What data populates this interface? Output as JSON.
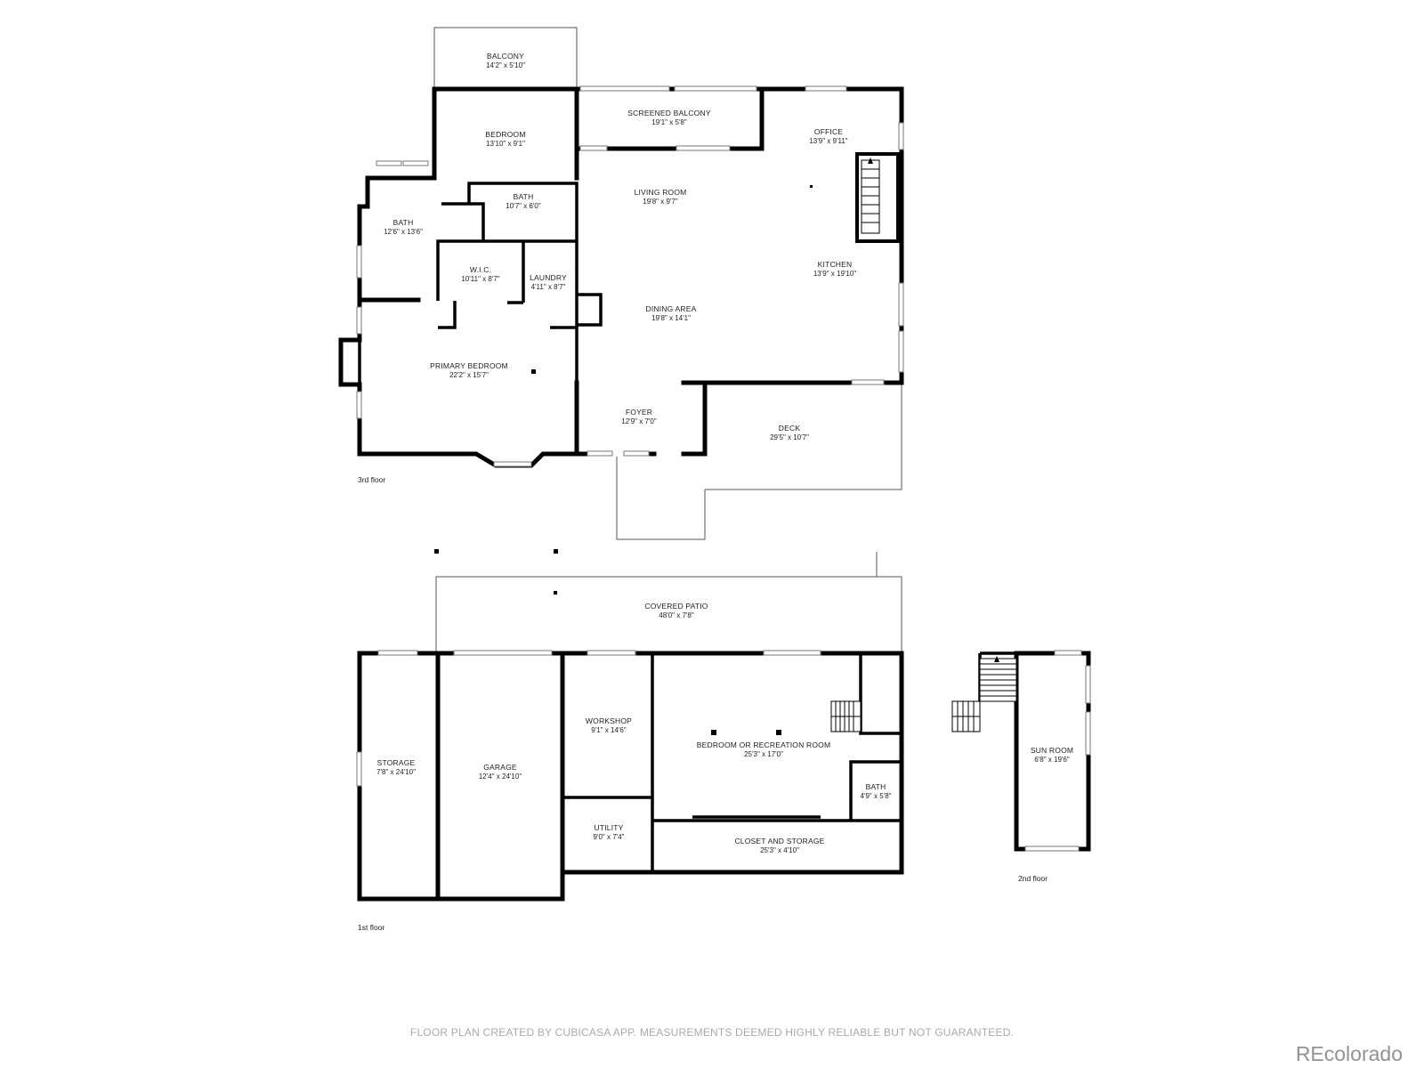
{
  "floors": [
    {
      "label": "3rd floor",
      "rooms": [
        {
          "name": "BALCONY",
          "dims": "14'2\" x 5'10\""
        },
        {
          "name": "SCREENED BALCONY",
          "dims": "19'1\" x 5'8\""
        },
        {
          "name": "OFFICE",
          "dims": "13'9\" x 9'11\""
        },
        {
          "name": "BEDROOM",
          "dims": "13'10\" x 9'1\""
        },
        {
          "name": "BATH",
          "dims": "10'7\" x 6'0\""
        },
        {
          "name": "LIVING ROOM",
          "dims": "19'8\" x 9'7\""
        },
        {
          "name": "BATH",
          "dims": "12'6\" x 13'6\""
        },
        {
          "name": "W.I.C.",
          "dims": "10'11\" x 8'7\""
        },
        {
          "name": "LAUNDRY",
          "dims": "4'11\" x 8'7\""
        },
        {
          "name": "KITCHEN",
          "dims": "13'9\" x 19'10\""
        },
        {
          "name": "DINING AREA",
          "dims": "19'8\" x 14'1\""
        },
        {
          "name": "PRIMARY BEDROOM",
          "dims": "22'2\" x 15'7\""
        },
        {
          "name": "FOYER",
          "dims": "12'9\" x 7'0\""
        },
        {
          "name": "DECK",
          "dims": "29'5\" x 10'7\""
        }
      ]
    },
    {
      "label": "1st floor",
      "rooms": [
        {
          "name": "COVERED PATIO",
          "dims": "48'0\" x 7'8\""
        },
        {
          "name": "WORKSHOP",
          "dims": "9'1\" x 14'6\""
        },
        {
          "name": "BEDROOM OR RECREATION ROOM",
          "dims": "25'3\" x 17'0\""
        },
        {
          "name": "STORAGE",
          "dims": "7'8\" x 24'10\""
        },
        {
          "name": "GARAGE",
          "dims": "12'4\" x 24'10\""
        },
        {
          "name": "BATH",
          "dims": "4'9\" x 5'8\""
        },
        {
          "name": "UTILITY",
          "dims": "9'0\" x 7'4\""
        },
        {
          "name": "CLOSET AND STORAGE",
          "dims": "25'3\" x 4'10\""
        }
      ]
    },
    {
      "label": "2nd floor",
      "rooms": [
        {
          "name": "SUN ROOM",
          "dims": "6'8\" x 19'6\""
        }
      ]
    }
  ],
  "footer": {
    "disclaimer": "FLOOR PLAN CREATED BY CUBICASA APP. MEASUREMENTS DEEMED HIGHLY RELIABLE BUT NOT GUARANTEED.",
    "logo": "REcolorado"
  },
  "colors": {
    "wall": "#000000",
    "text": "#222222",
    "footer_text": "#a8aab0",
    "logo": "#909296"
  }
}
